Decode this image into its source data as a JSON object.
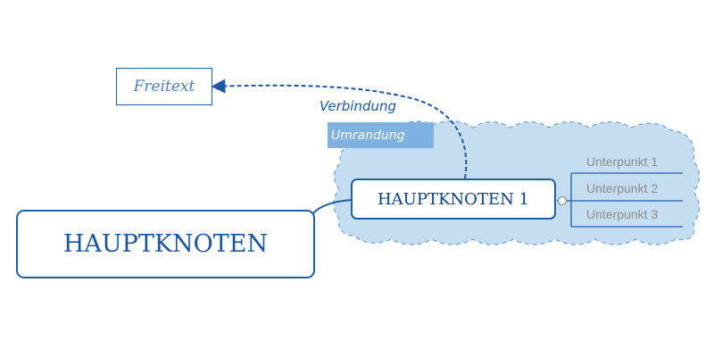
{
  "main_node": {
    "label": "HAUPTKNOTEN"
  },
  "sub_node": {
    "label": "HAUPTKNOTEN 1",
    "children": [
      {
        "label": "Unterpunkt 1"
      },
      {
        "label": "Unterpunkt 2"
      },
      {
        "label": "Unterpunkt 3"
      }
    ]
  },
  "freetext": {
    "label": "Freitext"
  },
  "relationship": {
    "label": "Verbindung"
  },
  "boundary": {
    "label": "Umrandung"
  },
  "colors": {
    "node_border": "#1f5fa8",
    "boundary_fill": "#c5ddf1",
    "boundary_stroke": "#7faedb",
    "boundary_label_bg": "#7fb2e0",
    "child_text": "#8d8d8d"
  }
}
